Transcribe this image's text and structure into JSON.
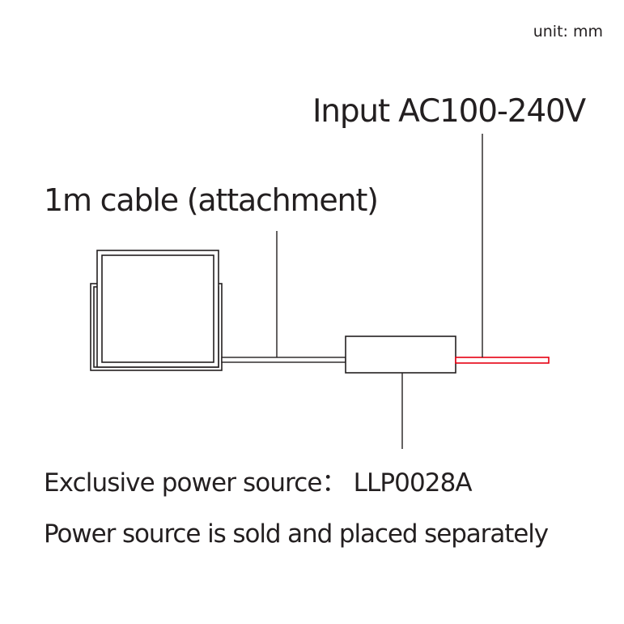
{
  "unit_label": "unit: mm",
  "input_label": "Input AC100-240V",
  "cable_label": "1m cable (attachment)",
  "power_source_label": "Exclusive power source： LLP0028A",
  "note_label": "Power source is sold and placed separately",
  "colors": {
    "line": "#231f20",
    "ac_cord": "#e60012",
    "background": "#ffffff"
  }
}
